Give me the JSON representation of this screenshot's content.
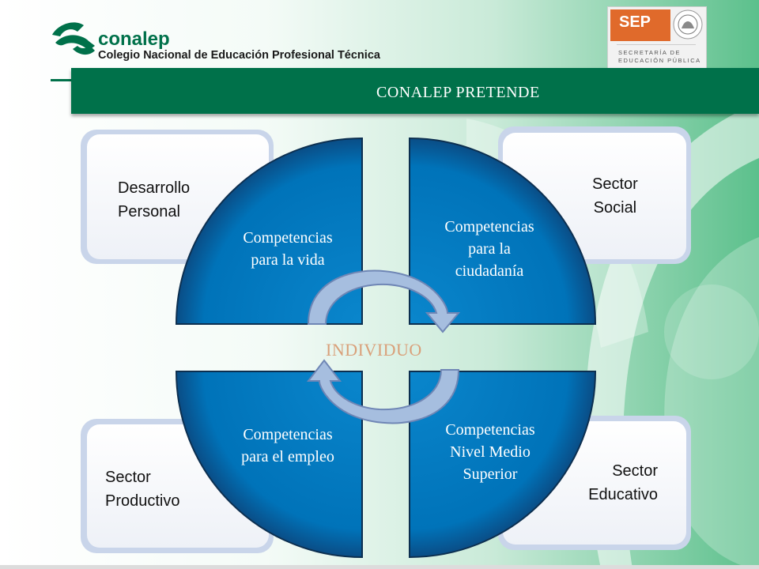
{
  "header": {
    "brand_name": "conalep",
    "brand_subtitle": "Colegio Nacional de Educación Profesional Técnica",
    "sep_logo_text": "SEP",
    "sep_line1": "SECRETARÍA DE",
    "sep_line2": "EDUCACIÓN PÚBLICA"
  },
  "title": "CONALEP PRETENDE",
  "diagram": {
    "center": "INDIVIDUO",
    "boxes": [
      {
        "id": "top-left",
        "label": "Desarrollo\nPersonal"
      },
      {
        "id": "top-right",
        "label": "Sector\nSocial"
      },
      {
        "id": "bottom-left",
        "label": "Sector\nProductivo"
      },
      {
        "id": "bottom-right",
        "label": "Sector\nEducativo"
      }
    ],
    "quadrants": [
      {
        "id": "top-left",
        "label": "Competencias\npara la vida"
      },
      {
        "id": "top-right",
        "label": "Competencias\npara la\nciudadanía"
      },
      {
        "id": "bottom-left",
        "label": "Competencias\npara el empleo"
      },
      {
        "id": "bottom-right",
        "label": "Competencias\nNivel Medio\nSuperior"
      }
    ]
  },
  "colors": {
    "header_green": "#00714a",
    "quadrant_blue": "#0077bf",
    "quadrant_dark": "#0c2f50",
    "arrow": "#9fb8dc",
    "center_text": "#d9a07a",
    "sep_orange": "#e06a2b"
  }
}
